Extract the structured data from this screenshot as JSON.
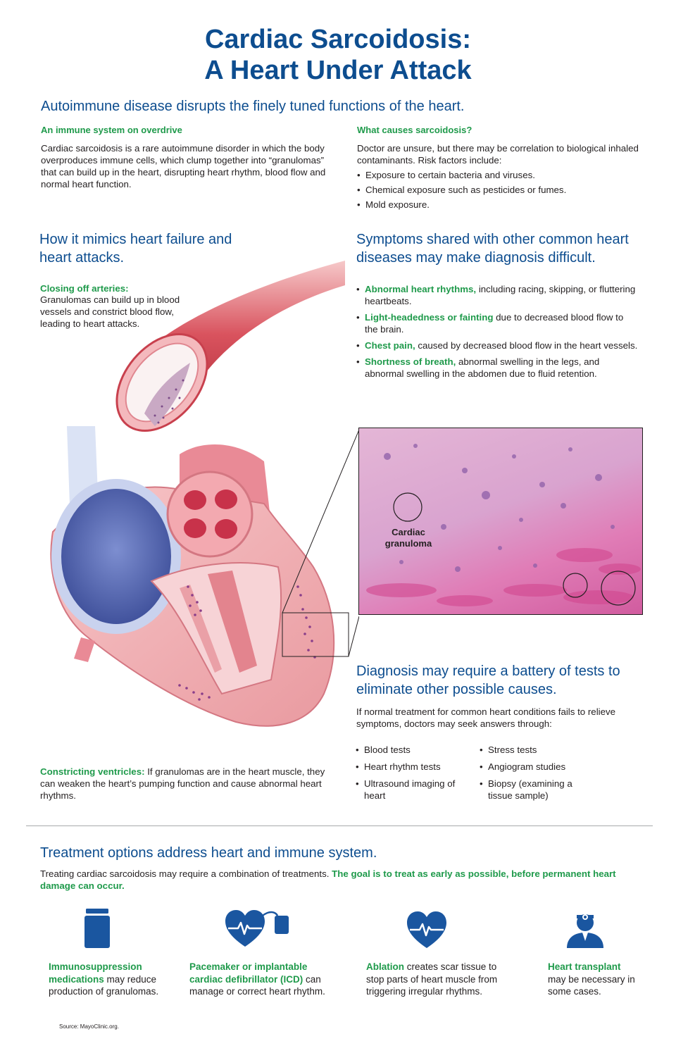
{
  "title": {
    "line1": "Cardiac Sarcoidosis:",
    "line2": "A Heart Under Attack"
  },
  "subtitle": "Autoimmune disease disrupts the finely tuned functions of the heart.",
  "overdrive": {
    "heading": "An immune system on overdrive",
    "text": "Cardiac sarcoidosis is a rare autoimmune disorder in which the body overproduces immune cells, which clump together into “granulomas” that can build up in the heart, disrupting heart rhythm, blood flow and normal heart function."
  },
  "causes": {
    "heading": "What causes sarcoidosis?",
    "intro": "Doctor are unsure, but there may be correlation to biological inhaled contaminants. Risk factors include:",
    "items": [
      "Exposure to certain bacteria and viruses.",
      "Chemical exposure such as pesticides or fumes.",
      "Mold exposure."
    ]
  },
  "mimics": {
    "heading": "How it mimics heart failure and heart attacks.",
    "arteries_label": "Closing off arteries:",
    "arteries_text": "Granulomas can build up in blood vessels and constrict blood flow, leading to heart attacks.",
    "ventricles_label": "Constricting ventricles:",
    "ventricles_text": " If granulomas are in the heart muscle, they can weaken the heart’s pumping function and cause abnormal heart rhythms."
  },
  "symptoms": {
    "heading": "Symptoms shared with other common heart diseases may make diagnosis difficult.",
    "items": [
      {
        "label": "Abnormal heart rhythms,",
        "text": " including racing, skipping, or fluttering heartbeats."
      },
      {
        "label": "Light-headedness or fainting",
        "text": " due to decreased blood flow to the brain."
      },
      {
        "label": "Chest pain,",
        "text": " caused by decreased blood flow in the heart vessels."
      },
      {
        "label": "Shortness of breath,",
        "text": " abnormal swelling in the legs, and abnormal swelling in the abdomen due to fluid retention."
      }
    ]
  },
  "micrograph": {
    "label": "Cardiac granuloma"
  },
  "diagnosis": {
    "heading": "Diagnosis may require a battery of tests to eliminate other possible causes.",
    "intro": "If normal treatment for common heart conditions fails to relieve symptoms, doctors may seek answers through:",
    "tests_left": [
      "Blood tests",
      "Heart rhythm tests",
      "Ultrasound imaging of heart"
    ],
    "tests_right": [
      "Stress tests",
      "Angiogram studies",
      "Biopsy (examining a tissue sample)"
    ]
  },
  "treatment": {
    "heading": "Treatment options address heart and immune system.",
    "intro": "Treating cardiac sarcoidosis may require a combination of treatments. ",
    "goal": "The goal is to treat as early as possible, before permanent heart damage can occur.",
    "options": [
      {
        "icon": "pill-bottle-icon",
        "label": "Immunosuppression medications",
        "text": " may reduce production of granulomas."
      },
      {
        "icon": "pacemaker-heart-icon",
        "label": "Pacemaker or implantable cardiac defibrillator (ICD)",
        "text": " can manage or correct heart rhythm."
      },
      {
        "icon": "heart-pulse-icon",
        "label": "Ablation",
        "text": " creates scar tissue to stop parts of heart muscle from triggering irregular rhythms."
      },
      {
        "icon": "doctor-icon",
        "label": "Heart transplant",
        "text": " may be necessary in some cases."
      }
    ]
  },
  "source": "Source: MayoClinic.org.",
  "colors": {
    "navy": "#0d4d8f",
    "green": "#1f9a4b",
    "icon_blue": "#1a56a0"
  }
}
